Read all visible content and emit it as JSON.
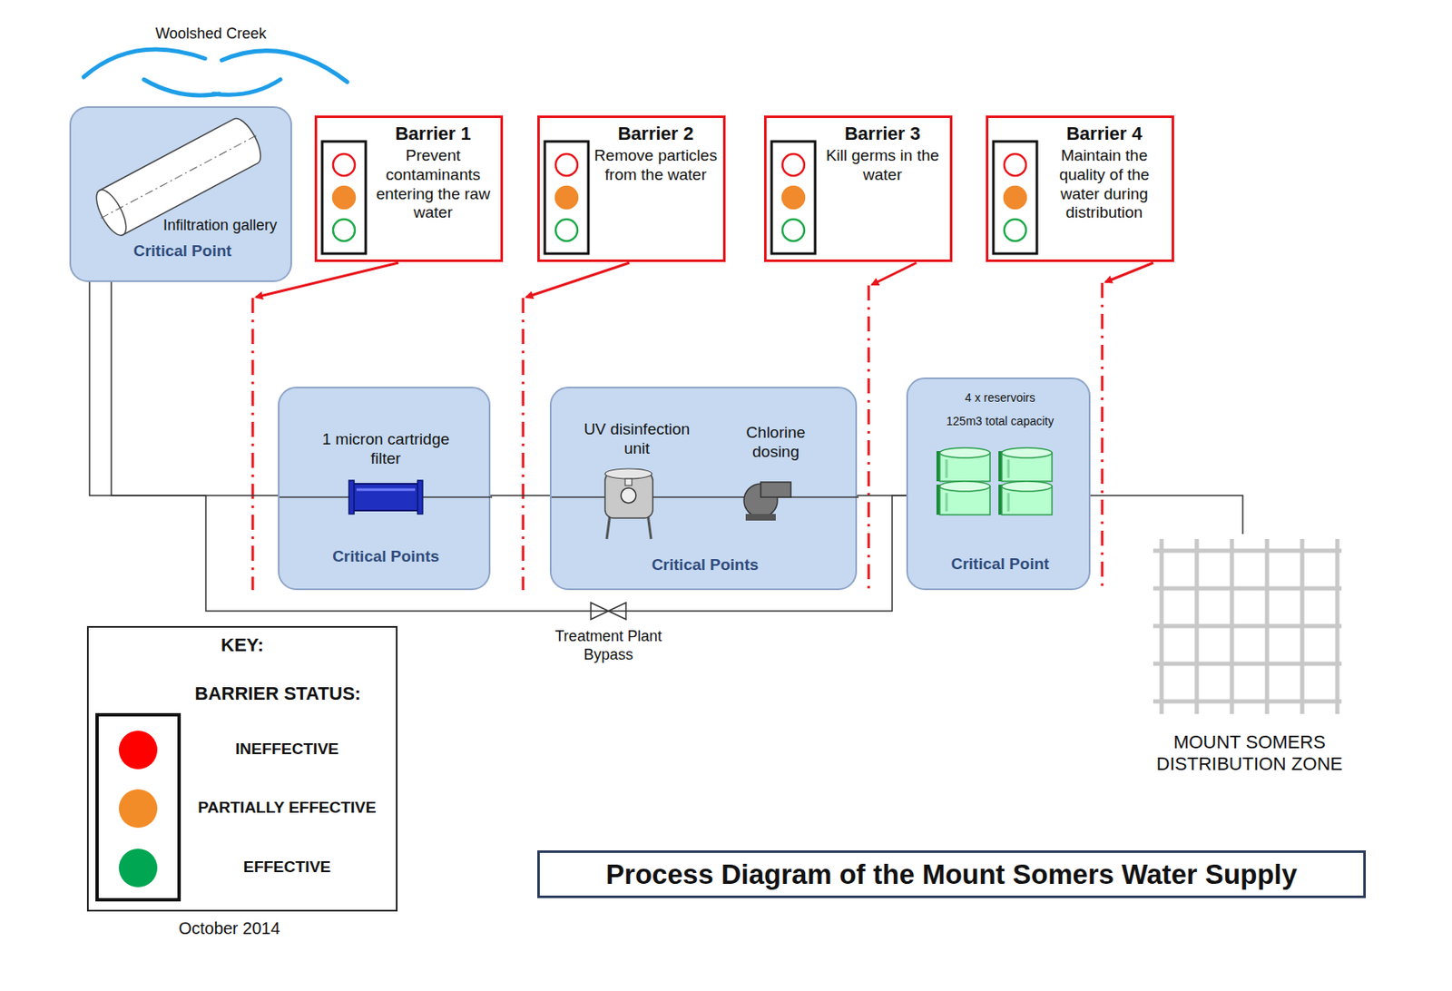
{
  "diagram": {
    "title": "Process Diagram of the Mount Somers Water Supply",
    "nodes": [
      {
        "text": [
          "Infiltration gallery",
          "Critical Point"
        ]
      },
      {
        "text": [
          "Barrier 1",
          "Prevent contaminants entering the raw water"
        ]
      },
      {
        "text": [
          "Barrier 2",
          "Remove particles from the water"
        ]
      },
      {
        "text": [
          "Barrier 3",
          "Kill germs in the water"
        ]
      },
      {
        "text": [
          "Barrier 4",
          "Maintain the quality of the water during distribution"
        ]
      },
      {
        "text": [
          "1 micron cartridge filter",
          "Critical Points"
        ]
      },
      {
        "text": [
          "UV disinfection unit",
          "Chlorine dosing",
          "Critical Points"
        ]
      },
      {
        "text": [
          "4 x reservoirs",
          "125m3 total capacity",
          "Critical Point"
        ]
      },
      {
        "text": [
          "MOUNT SOMERS DISTRIBUTION ZONE"
        ]
      }
    ],
    "edges": [
      {
        "from": 0,
        "to": 5,
        "arrow": "none"
      },
      {
        "from": 5,
        "to": 6,
        "arrow": "none"
      },
      {
        "from": 6,
        "to": 7,
        "arrow": "none"
      },
      {
        "from": 7,
        "to": 8,
        "arrow": "none"
      },
      {
        "from": 0,
        "to": 7,
        "label": "Treatment Plant Bypass",
        "arrow": "none"
      }
    ],
    "labels": [
      "Woolshed Creek",
      "KEY:",
      "BARRIER STATUS:",
      "October 2014"
    ],
    "legend": [
      {
        "text": "INEFFECTIVE",
        "color": "#ff0000"
      },
      {
        "text": "PARTIALLY EFFECTIVE",
        "color": "#f28c28"
      },
      {
        "text": "EFFECTIVE",
        "color": "#00a651"
      }
    ]
  }
}
